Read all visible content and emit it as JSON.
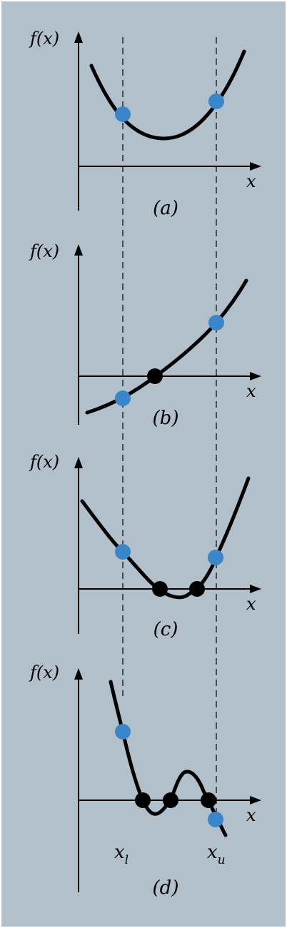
{
  "axis_labels": {
    "y": "f(x)",
    "x": "x"
  },
  "bound_labels": {
    "lower_base": "x",
    "lower_sub": "l",
    "upper_base": "x",
    "upper_sub": "u"
  },
  "panels": [
    {
      "id": "a",
      "caption": "(a)"
    },
    {
      "id": "b",
      "caption": "(b)"
    },
    {
      "id": "c",
      "caption": "(c)"
    },
    {
      "id": "d",
      "caption": "(d)"
    }
  ],
  "colors": {
    "background": "#b2c0cc",
    "bound_point": "#3a86c8",
    "root_point": "#000000",
    "curve": "#000000"
  }
}
